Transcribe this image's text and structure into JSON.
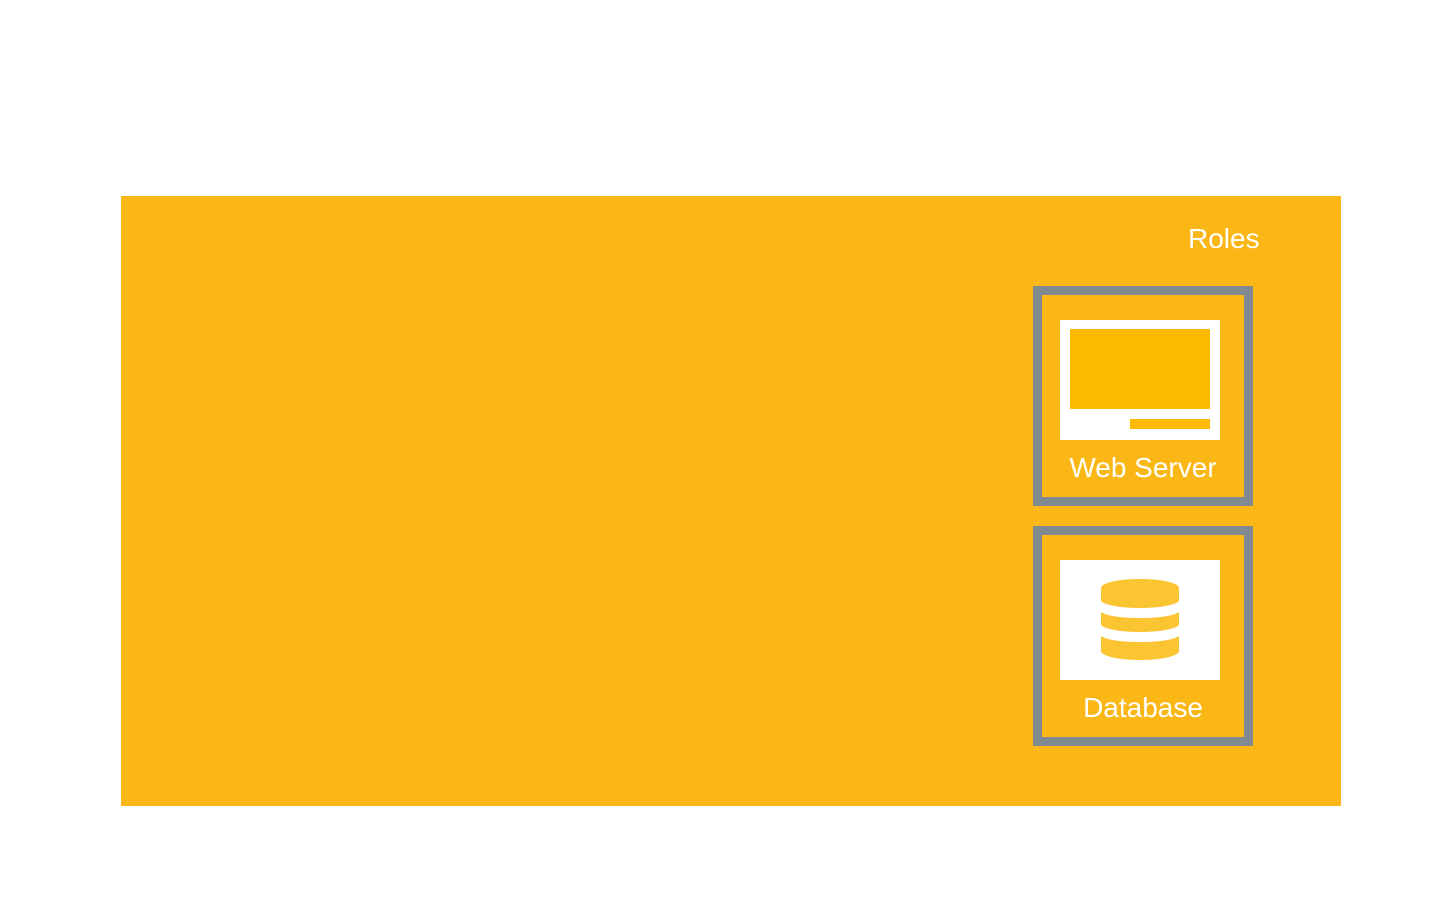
{
  "colors": {
    "background": "#ffffff",
    "panel": "#FAB716",
    "card_border": "#7F8A93",
    "text": "#ffffff",
    "icon_fill": "#FBBA00",
    "db_icon_fill": "#FBC531"
  },
  "roles": {
    "title": "Roles",
    "items": [
      {
        "label": "Web Server",
        "icon": "monitor-icon"
      },
      {
        "label": "Database",
        "icon": "database-icon"
      }
    ]
  }
}
